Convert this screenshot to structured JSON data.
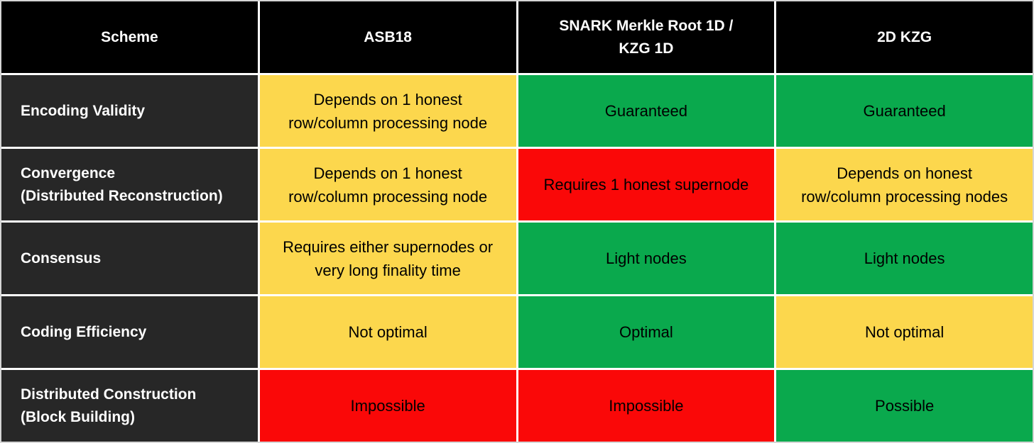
{
  "chart_data": {
    "type": "table",
    "columns": [
      "Scheme",
      "ASB18",
      "SNARK Merkle Root 1D /\nKZG 1D",
      "2D KZG"
    ],
    "rows": [
      {
        "label": "Encoding Validity",
        "cells": [
          {
            "text": "Depends on 1 honest\nrow/column processing node",
            "status": "warn"
          },
          {
            "text": "Guaranteed",
            "status": "good"
          },
          {
            "text": "Guaranteed",
            "status": "good"
          }
        ]
      },
      {
        "label": "Convergence\n(Distributed Reconstruction)",
        "cells": [
          {
            "text": "Depends on 1 honest\nrow/column processing node",
            "status": "warn"
          },
          {
            "text": "Requires 1 honest supernode",
            "status": "bad"
          },
          {
            "text": "Depends on honest\nrow/column processing nodes",
            "status": "warn"
          }
        ]
      },
      {
        "label": "Consensus",
        "cells": [
          {
            "text": "Requires either supernodes or\nvery long finality time",
            "status": "warn"
          },
          {
            "text": "Light nodes",
            "status": "good"
          },
          {
            "text": "Light nodes",
            "status": "good"
          }
        ]
      },
      {
        "label": "Coding Efficiency",
        "cells": [
          {
            "text": "Not optimal",
            "status": "warn"
          },
          {
            "text": "Optimal",
            "status": "good"
          },
          {
            "text": "Not optimal",
            "status": "warn"
          }
        ]
      },
      {
        "label": "Distributed Construction\n(Block Building)",
        "cells": [
          {
            "text": "Impossible",
            "status": "bad"
          },
          {
            "text": "Impossible",
            "status": "bad"
          },
          {
            "text": "Possible",
            "status": "good"
          }
        ]
      }
    ],
    "colors": {
      "good": "#0aa94d",
      "warn": "#fcd74d",
      "bad": "#fa0808",
      "header_bg": "#000000",
      "label_bg": "#272727",
      "grid_line": "#ffffff",
      "outer_border": "#d6d6d6",
      "header_text": "#ffffff",
      "cell_text": "#000000"
    }
  }
}
